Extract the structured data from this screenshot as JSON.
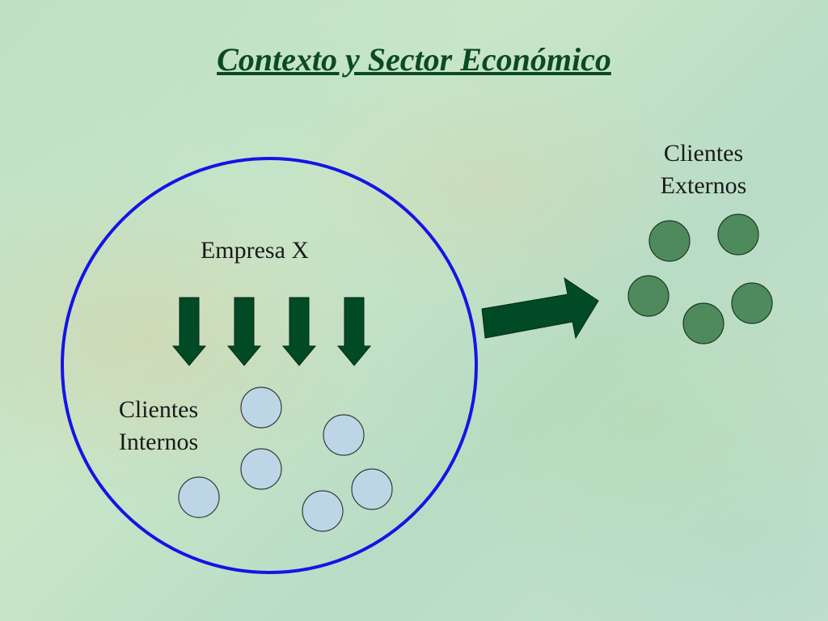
{
  "title": "Contexto y Sector Económico",
  "labels": {
    "empresa": "Empresa X",
    "clientes_internos": "Clientes\nInternos",
    "clientes_externos": "Clientes\nExternos"
  },
  "colors": {
    "title": "#0b4a22",
    "circle_border": "#1414e6",
    "arrow_fill": "#004a26",
    "internal_client_fill": "#bcd6e6",
    "external_client_fill": "#4f8a5c"
  }
}
